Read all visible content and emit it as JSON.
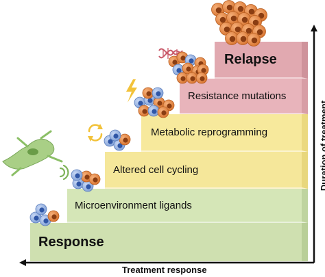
{
  "steps": {
    "response": "Response",
    "microenvironment": "Microenvironment ligands",
    "cell_cycling": "Altered cell cycling",
    "metabolic": "Metabolic reprogramming",
    "resistance": "Resistance mutations",
    "relapse": "Relapse"
  },
  "axes": {
    "x_label": "Treatment response",
    "y_label": "Duration of treatment"
  },
  "colors": {
    "green_step": "#cfe0b0",
    "yellow_step": "#f5e79a",
    "pink_step": "#e1a9b0",
    "tumor_cell": "#e8894a",
    "immune_cell": "#7f9fd6"
  },
  "icons": [
    "cell-cluster-icon",
    "fibroblast-icon",
    "signal-waves-icon",
    "cycle-arrows-icon",
    "lightning-icon",
    "dna-icon"
  ]
}
